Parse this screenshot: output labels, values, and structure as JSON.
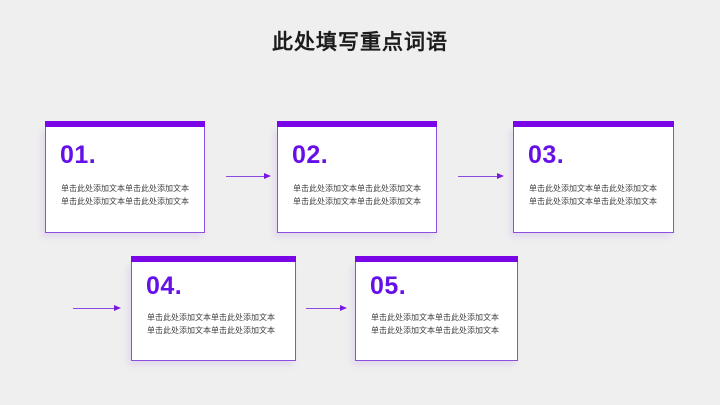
{
  "slide": {
    "title": "此处填写重点词语",
    "background_color": "#efefef",
    "accent_color": "#7a06e8",
    "number_color": "#6610e8",
    "arrow_color": "#8b49e4",
    "body_text_color": "#404040",
    "title_color": "#1c1c1c"
  },
  "cards": [
    {
      "number": "01.",
      "body": "单击此处添加文本单击此处添加文本单击此处添加文本单击此处添加文本"
    },
    {
      "number": "02.",
      "body": "单击此处添加文本单击此处添加文本单击此处添加文本单击此处添加文本"
    },
    {
      "number": "03.",
      "body": "单击此处添加文本单击此处添加文本单击此处添加文本单击此处添加文本"
    },
    {
      "number": "04.",
      "body": "单击此处添加文本单击此处添加文本单击此处添加文本单击此处添加文本"
    },
    {
      "number": "05.",
      "body": "单击此处添加文本单击此处添加文本单击此处添加文本单击此处添加文本"
    }
  ],
  "arrows": [
    {
      "name": "arrow-card1-to-card2",
      "direction": "right"
    },
    {
      "name": "arrow-card2-to-card3",
      "direction": "right"
    },
    {
      "name": "arrow-to-card4",
      "direction": "right"
    },
    {
      "name": "arrow-card4-to-card5",
      "direction": "right"
    }
  ]
}
